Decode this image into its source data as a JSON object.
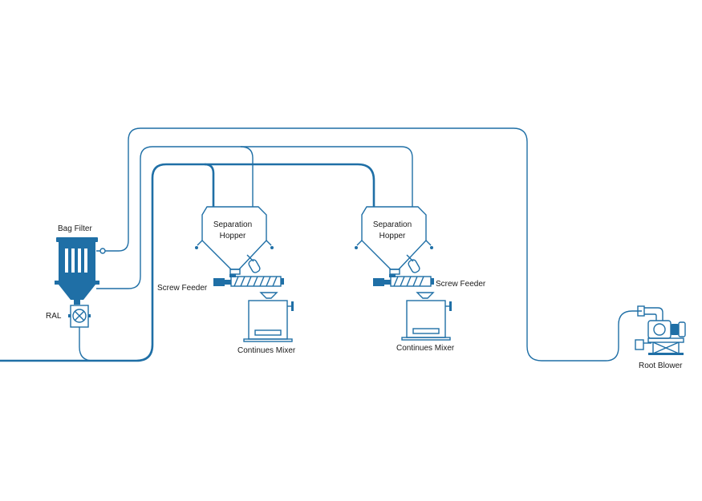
{
  "labels": {
    "bag_filter": "Bag Filter",
    "ral": "RAL",
    "hopper_1_line1": "Separation",
    "hopper_1_line2": "Hopper",
    "hopper_2_line1": "Separation",
    "hopper_2_line2": "Hopper",
    "screw_feeder_1": "Screw Feeder",
    "screw_feeder_2": "Screw Feeder",
    "mixer_1": "Continues Mixer",
    "mixer_2": "Continues Mixer",
    "root_blower": "Root Blower"
  },
  "colors": {
    "pipe": "#1f6fa6",
    "equipment": "#1f6fa6",
    "label_text": "#1a1a1a",
    "background": "#ffffff"
  }
}
